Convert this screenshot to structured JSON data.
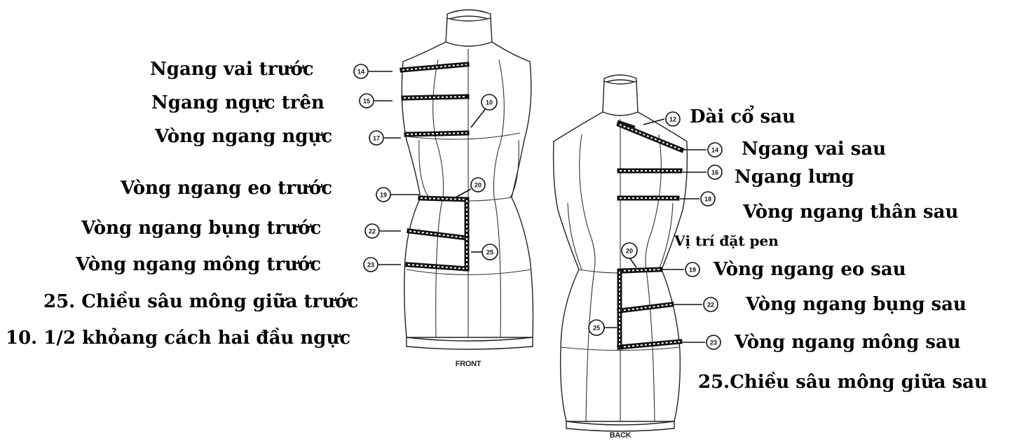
{
  "front": {
    "caption": "FRONT",
    "labels": {
      "shoulder": "Ngang vai trước",
      "upper_chest": "Ngang ngực trên",
      "bust": "Vòng ngang ngực",
      "waist": "Vòng ngang eo trước",
      "belly": "Vòng ngang bụng trước",
      "hip": "Vòng ngang mông trước",
      "hip_depth": "25. Chiều sâu mông giữa trước",
      "apex": "10. 1/2 khỏang cách hai đầu ngực"
    },
    "badges": [
      "14",
      "15",
      "17",
      "10",
      "19",
      "20",
      "22",
      "23",
      "25"
    ]
  },
  "back": {
    "caption": "BACK",
    "labels": {
      "neck": "Dài cổ sau",
      "shoulder": "Ngang vai sau",
      "back_width": "Ngang lưng",
      "body_back": "Vòng ngang thân sau",
      "dart": "Vị trí đặt pen",
      "waist": "Vòng ngang eo sau",
      "belly": "Vòng ngang bụng sau",
      "hip": "Vòng ngang mông sau",
      "hip_depth": "25.Chiều sâu mông giữa sau"
    },
    "badges": [
      "12",
      "14",
      "16",
      "18",
      "20",
      "19",
      "22",
      "23",
      "25"
    ]
  }
}
